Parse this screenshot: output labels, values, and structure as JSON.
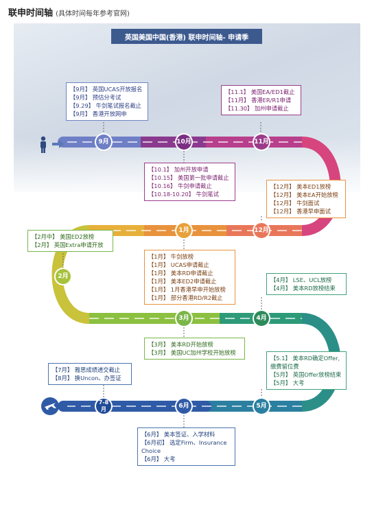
{
  "header": {
    "title": "联申时间轴",
    "note": "(具体时间每年参考官网)"
  },
  "banner": "英国美国中国(香港) 联申时间轴- 申请季",
  "colors": {
    "blue": "#6f7fc6",
    "purple": "#8a3a8e",
    "orange": "#e8923d",
    "green": "#8cc040",
    "teal": "#2e9a78",
    "navy": "#2f5aa6"
  },
  "nodes": {
    "sep": "9月",
    "oct": "10月",
    "nov": "11月",
    "dec": "12月",
    "jan": "1月",
    "feb": "2月",
    "mar": "3月",
    "apr": "4月",
    "may": "5月",
    "jun": "6月",
    "jul_aug": "7-8月"
  },
  "boxes": {
    "sep": [
      "【9月】 英国UCAS开放报名",
      "【9月】 预估分考试",
      "【9.29】 牛剑笔试报名截止",
      "【9月】 香港开放网申"
    ],
    "nov": [
      "【11.1】 美国EA/ED1截止",
      "【11月】 香港ER/R1申请",
      "【11.30】 加州申请截止"
    ],
    "oct": [
      "【10.1】 加州开放申请",
      "【10.15】 美国第一批申请截止",
      "【10.16】 牛剑申请截止",
      "【10.18-10.20】 牛剑笔试"
    ],
    "dec": [
      "【12月】 美本ED1放榜",
      "【12月】 美本EA开始放榜",
      "【12月】 牛剑面试",
      "【12月】 香港早申面试"
    ],
    "feb": [
      "【2月中】 美国ED2放榜",
      "【2月】 英国Extra申请开放"
    ],
    "jan": [
      "【1月】 牛剑放榜",
      "【1月】 UCAS申请截止",
      "【1月】 美本RD申请截止",
      "【1月】 美本ED2申请截止",
      "【1月】 1月香港早申开始放榜",
      "【1月】 部分香港RD/R2截止"
    ],
    "apr": [
      "【4月】 LSE、UCL放榜",
      "【4月】 美本RD放榜结束"
    ],
    "mar": [
      "【3月】 美本RD开始放榜",
      "【3月】 美国UC加州学校开始放榜"
    ],
    "may": [
      "【5.1】 美本RD确定Offer,",
      "缴费留位费",
      "【5月】 英国Offer放榜结束",
      "【5月】 大考"
    ],
    "jul": [
      "【7月】 雅思成绩递交截止",
      "【8月】 换Uncon、办签证"
    ],
    "jun": [
      "【6月】 美本签证、入学材料",
      "【6月初】 选定Firm、Insurance",
      "Choice",
      "【6月】 大考"
    ]
  }
}
